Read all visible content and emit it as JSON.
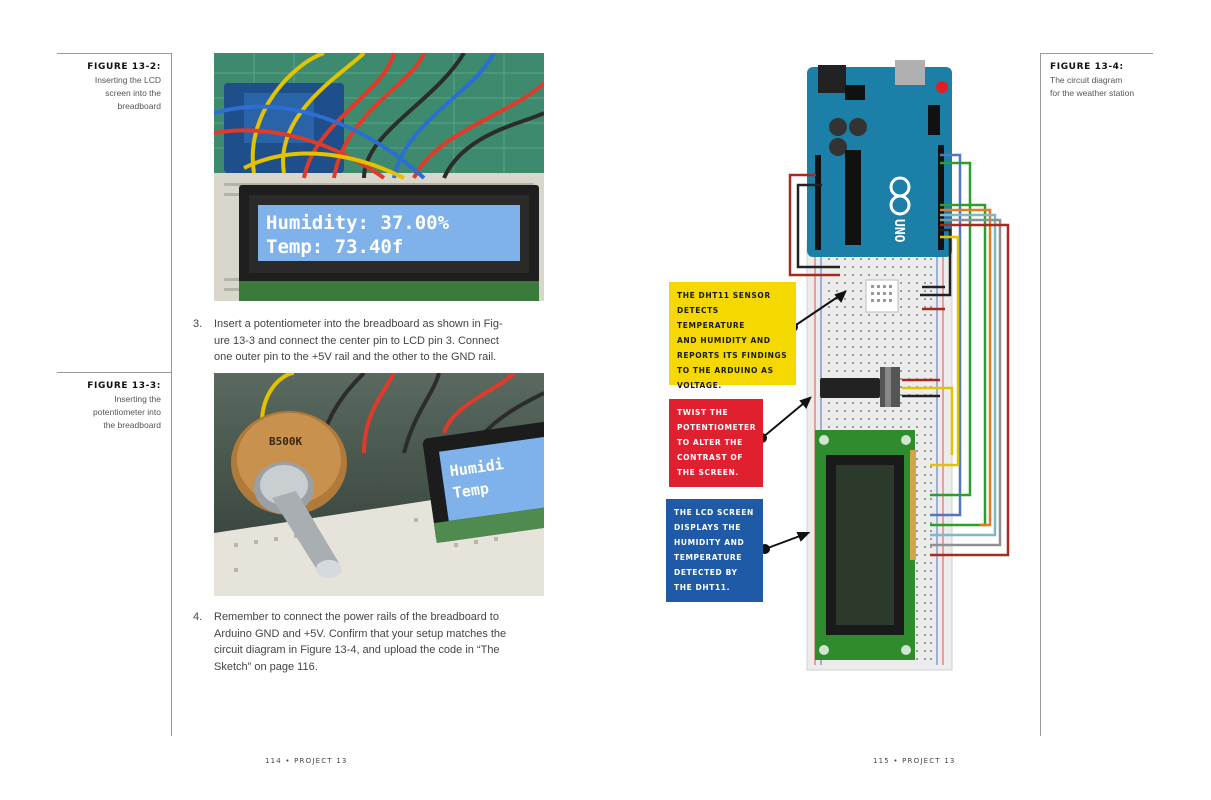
{
  "left_page": {
    "figure_13_2": {
      "label": "FIGURE 13-2:",
      "caption": [
        "Inserting the LCD",
        "screen into the",
        "breadboard"
      ]
    },
    "figure_13_3": {
      "label": "FIGURE 13-3:",
      "caption": [
        "Inserting the",
        "potentiometer into",
        "the breadboard"
      ]
    },
    "lcd_photo": {
      "line1": "Humidity: 37.00%",
      "line2": "Temp: 73.40f"
    },
    "pot_photo": {
      "pot_label": "B500K",
      "lcd_fragment_1": "Humidi",
      "lcd_fragment_2": "Temp"
    },
    "step3": {
      "number": "3.",
      "lines": [
        "Insert a potentiometer into the breadboard as shown in Fig-",
        "ure 13-3 and connect the center pin to LCD pin 3. Connect",
        "one outer pin to the +5V rail and the other to the GND rail."
      ]
    },
    "step4": {
      "number": "4.",
      "lines": [
        "Remember to connect the power rails of the breadboard to",
        "Arduino GND and +5V. Confirm that your setup matches the",
        "circuit diagram in Figure 13-4, and upload the code in “The",
        "Sketch” on page 116."
      ]
    },
    "folio": "114 • PROJECT 13"
  },
  "right_page": {
    "figure_13_4": {
      "label": "FIGURE 13-4:",
      "caption": [
        "The circuit diagram",
        "for the weather station"
      ]
    },
    "callouts": {
      "dht11": {
        "lines": [
          "THE DHT11 SENSOR",
          "DETECTS TEMPERATURE",
          "AND HUMIDITY AND",
          "REPORTS ITS FINDINGS",
          "TO THE ARDUINO AS",
          "VOLTAGE."
        ],
        "color": "#f5d800"
      },
      "pot": {
        "lines": [
          "TWIST THE",
          "POTENTIOMETER",
          "TO ALTER THE",
          "CONTRAST OF",
          "THE SCREEN."
        ],
        "color": "#e0202f"
      },
      "lcd": {
        "lines": [
          "THE LCD SCREEN",
          "DISPLAYS THE",
          "HUMIDITY AND",
          "TEMPERATURE",
          "DETECTED BY",
          "THE DHT11."
        ],
        "color": "#1f5aa6"
      }
    },
    "arduino_label": "UNO",
    "folio": "115 • PROJECT 13"
  },
  "colors": {
    "arduino_blue": "#1b7fa8",
    "breadboard": "#ececec",
    "lcd_green": "#2e8b2e",
    "lcd_screen": "#2b3a2b",
    "photo_lcd_blue": "#7fb2ea"
  }
}
